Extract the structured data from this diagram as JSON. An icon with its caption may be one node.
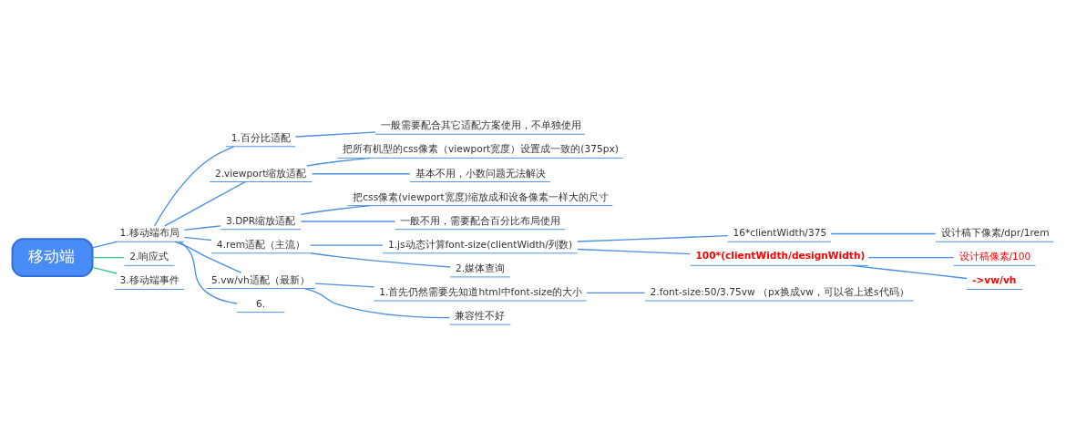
{
  "diagram": {
    "nodes": [
      {
        "text": [
          "移动端"
        ]
      },
      {
        "text": [
          "1.移动端布局"
        ]
      },
      {
        "text": [
          "1.百分比适配"
        ]
      },
      {
        "text": [
          "一般需要配合其它适配方案使用，不单独使用"
        ]
      },
      {
        "text": [
          "2.viewport缩放适配"
        ]
      },
      {
        "text": [
          "把所有机型的css像素（viewport宽度）设置成一致的(375px)"
        ]
      },
      {
        "text": [
          "基本不用，小数问题无法解决"
        ]
      },
      {
        "text": [
          "3.DPR缩放适配"
        ]
      },
      {
        "text": [
          "把css像素(viewport宽度)缩放成和设备像素一样大的尺寸"
        ]
      },
      {
        "text": [
          "一般不用，需要配合百分比布局使用"
        ]
      },
      {
        "text": [
          "4.rem适配（主流）"
        ]
      },
      {
        "text": [
          "1.js动态计算font-size(clientWidth/列数)"
        ]
      },
      {
        "text": [
          "16*clientWidth/375"
        ]
      },
      {
        "text": [
          "设计稿下像素/dpr/1rem"
        ]
      },
      {
        "text": [
          "100*(clientWidth/designWidth)"
        ]
      },
      {
        "text": [
          "设计稿像素/100"
        ]
      },
      {
        "text": [
          "->vw/vh"
        ]
      },
      {
        "text": [
          "2.媒体查询"
        ]
      },
      {
        "text": [
          "5.vw/vh适配（最新）"
        ]
      },
      {
        "text": [
          "1.首先仍然需要先知道html中font-size的大小"
        ]
      },
      {
        "text": [
          "2.font-size:50/3.75vw （px换成vw，可以省上述s代码）"
        ]
      },
      {
        "text": [
          "兼容性不好"
        ]
      },
      {
        "text": [
          "6."
        ]
      },
      {
        "text": [
          "2.响应式"
        ]
      },
      {
        "text": [
          "3.移动端事件"
        ]
      }
    ],
    "edges": [
      {
        "from": 0,
        "to": 1,
        "arrow": "none"
      },
      {
        "from": 1,
        "to": 2,
        "arrow": "none"
      },
      {
        "from": 2,
        "to": 3,
        "arrow": "none"
      },
      {
        "from": 1,
        "to": 4,
        "arrow": "none"
      },
      {
        "from": 4,
        "to": 5,
        "arrow": "none"
      },
      {
        "from": 4,
        "to": 6,
        "arrow": "none"
      },
      {
        "from": 1,
        "to": 7,
        "arrow": "none"
      },
      {
        "from": 7,
        "to": 8,
        "arrow": "none"
      },
      {
        "from": 7,
        "to": 9,
        "arrow": "none"
      },
      {
        "from": 1,
        "to": 10,
        "arrow": "none"
      },
      {
        "from": 10,
        "to": 11,
        "arrow": "none"
      },
      {
        "from": 11,
        "to": 12,
        "arrow": "none"
      },
      {
        "from": 12,
        "to": 13,
        "arrow": "none"
      },
      {
        "from": 11,
        "to": 14,
        "arrow": "none"
      },
      {
        "from": 14,
        "to": 15,
        "arrow": "none"
      },
      {
        "from": 14,
        "to": 16,
        "arrow": "none"
      },
      {
        "from": 10,
        "to": 17,
        "arrow": "none"
      },
      {
        "from": 1,
        "to": 18,
        "arrow": "none"
      },
      {
        "from": 18,
        "to": 19,
        "arrow": "none"
      },
      {
        "from": 19,
        "to": 20,
        "arrow": "none"
      },
      {
        "from": 18,
        "to": 21,
        "arrow": "none"
      },
      {
        "from": 1,
        "to": 22,
        "arrow": "none"
      },
      {
        "from": 0,
        "to": 23,
        "arrow": "none",
        "color": "#2ecc8a"
      },
      {
        "from": 0,
        "to": 24,
        "arrow": "none",
        "color": "#2ecc8a"
      }
    ]
  }
}
